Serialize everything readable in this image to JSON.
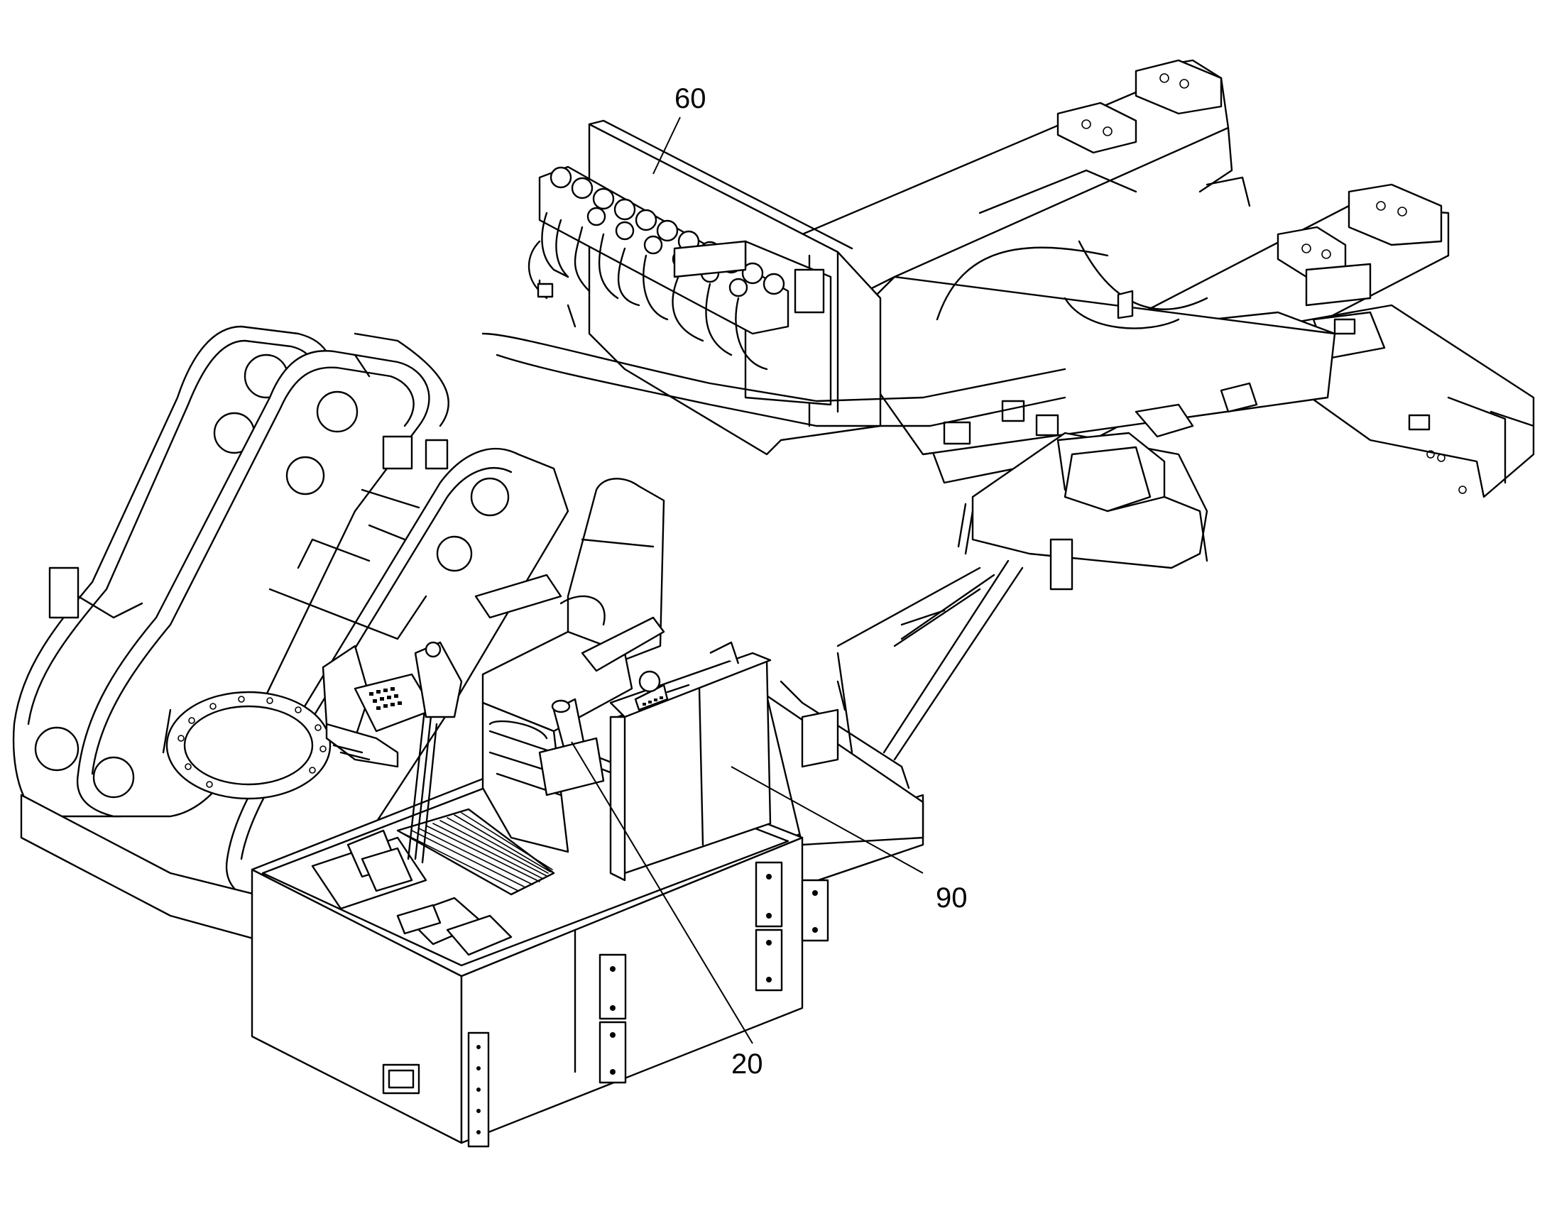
{
  "callouts": [
    {
      "id": "c60",
      "label": "60"
    },
    {
      "id": "c90",
      "label": "90"
    },
    {
      "id": "c20",
      "label": "20"
    }
  ]
}
